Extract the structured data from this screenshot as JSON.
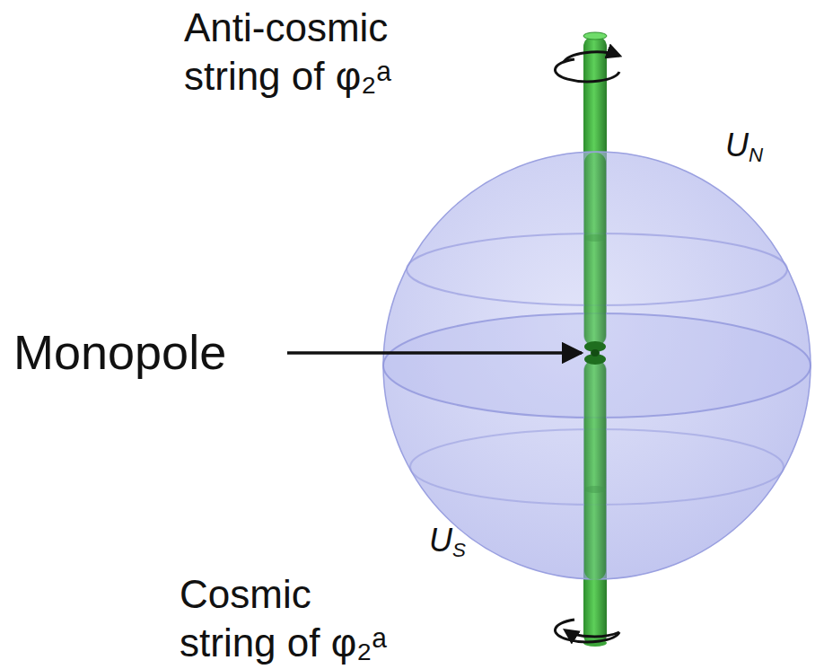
{
  "diagram": {
    "labels": [
      "Anti-cosmic string of φ₂ᵃ",
      "UN",
      "Monopole",
      "US",
      "Cosmic string of φ₂ᵃ"
    ]
  }
}
